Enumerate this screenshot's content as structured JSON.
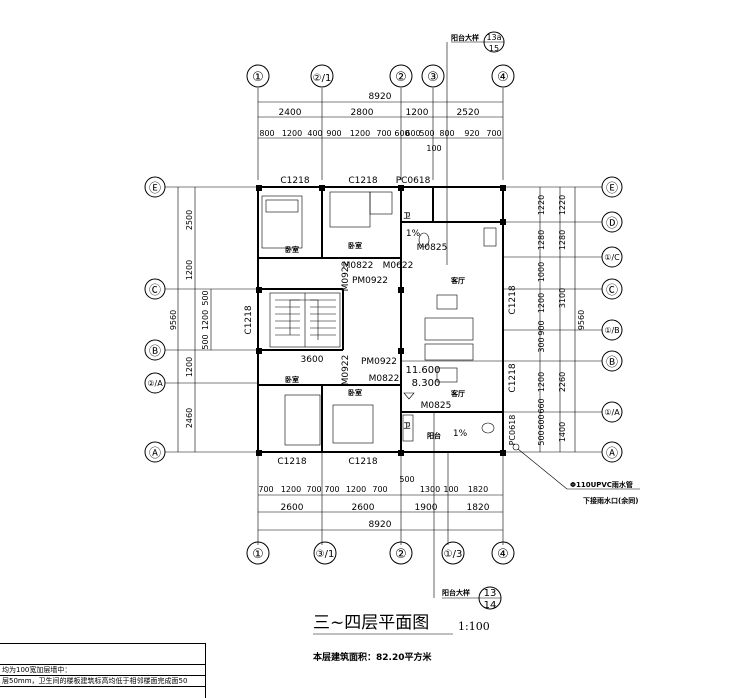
{
  "axes_top": [
    "①",
    "②/1",
    "②",
    "③",
    "④"
  ],
  "axes_bottom": [
    "①",
    "③/1",
    "②",
    "①/3",
    "④"
  ],
  "axes_left": [
    "Ⓔ",
    "Ⓒ",
    "Ⓑ",
    "②/A",
    "Ⓐ"
  ],
  "axes_right": [
    "Ⓔ",
    "Ⓓ",
    "①/C",
    "Ⓒ",
    "①/B",
    "Ⓑ",
    "①/A",
    "Ⓐ"
  ],
  "dims_top_total": "8920",
  "dims_top_mid": [
    "2400",
    "2800",
    "1200",
    "2520"
  ],
  "dims_top_fine": [
    "800",
    "1200",
    "400",
    "900",
    "1200",
    "700",
    "600",
    "600",
    "500",
    "800",
    "920",
    "700"
  ],
  "dims_top_extra": "100",
  "dims_bottom_fine": [
    "700",
    "1200",
    "700",
    "700",
    "1200",
    "700",
    "500",
    "1300",
    "100",
    "1820"
  ],
  "dims_bottom_mid": [
    "2600",
    "2600",
    "1900",
    "1820"
  ],
  "dims_bottom_total": "8920",
  "dims_left_outer": "9560",
  "dims_left": [
    "2500",
    "1200",
    "500",
    "1200",
    "500",
    "1200",
    "2460"
  ],
  "dims_right_outer": "9560",
  "dims_right_a": [
    "1220",
    "1280",
    "1000",
    "1200",
    "900",
    "300",
    "1200",
    "660",
    "600",
    "500"
  ],
  "dims_right_b": [
    "1220",
    "1280",
    "3100",
    "2260",
    "1400"
  ],
  "win_labels": [
    "C1218",
    "C1218",
    "PC0618",
    "C1218",
    "C1218",
    "C1218",
    "C1218",
    "C1218",
    "PC0618"
  ],
  "door_labels": [
    "M0822",
    "M0622",
    "M0825",
    "M0922",
    "PM0922",
    "PM0922",
    "M0922",
    "M0822",
    "M0825"
  ],
  "room_labels": [
    "卧室",
    "卧室",
    "卫",
    "客厅",
    "客厅",
    "卧室",
    "卧室",
    "卫",
    "阳台"
  ],
  "stair_dim": "3600",
  "levels": [
    "11.600",
    "8.300"
  ],
  "slopes": [
    "1%",
    "1%"
  ],
  "balcony_ref_top": {
    "label": "阳台大样",
    "num": "13a",
    "den": "15"
  },
  "balcony_ref_bottom": {
    "label": "阳台大样",
    "num": "13",
    "den": "14"
  },
  "rain_pipe_line1": "Φ110UPVC雨水管",
  "rain_pipe_line2": "下接雨水口(余同)",
  "plan_title": "三~四层平面图",
  "scale": "1:100",
  "area_text": "本层建筑面积：82.20平方米",
  "notes": [
    "均为100宽加层墙中：",
    "层50mm，卫生间的楼板建筑标高均低于相邻楼面完成面50"
  ]
}
